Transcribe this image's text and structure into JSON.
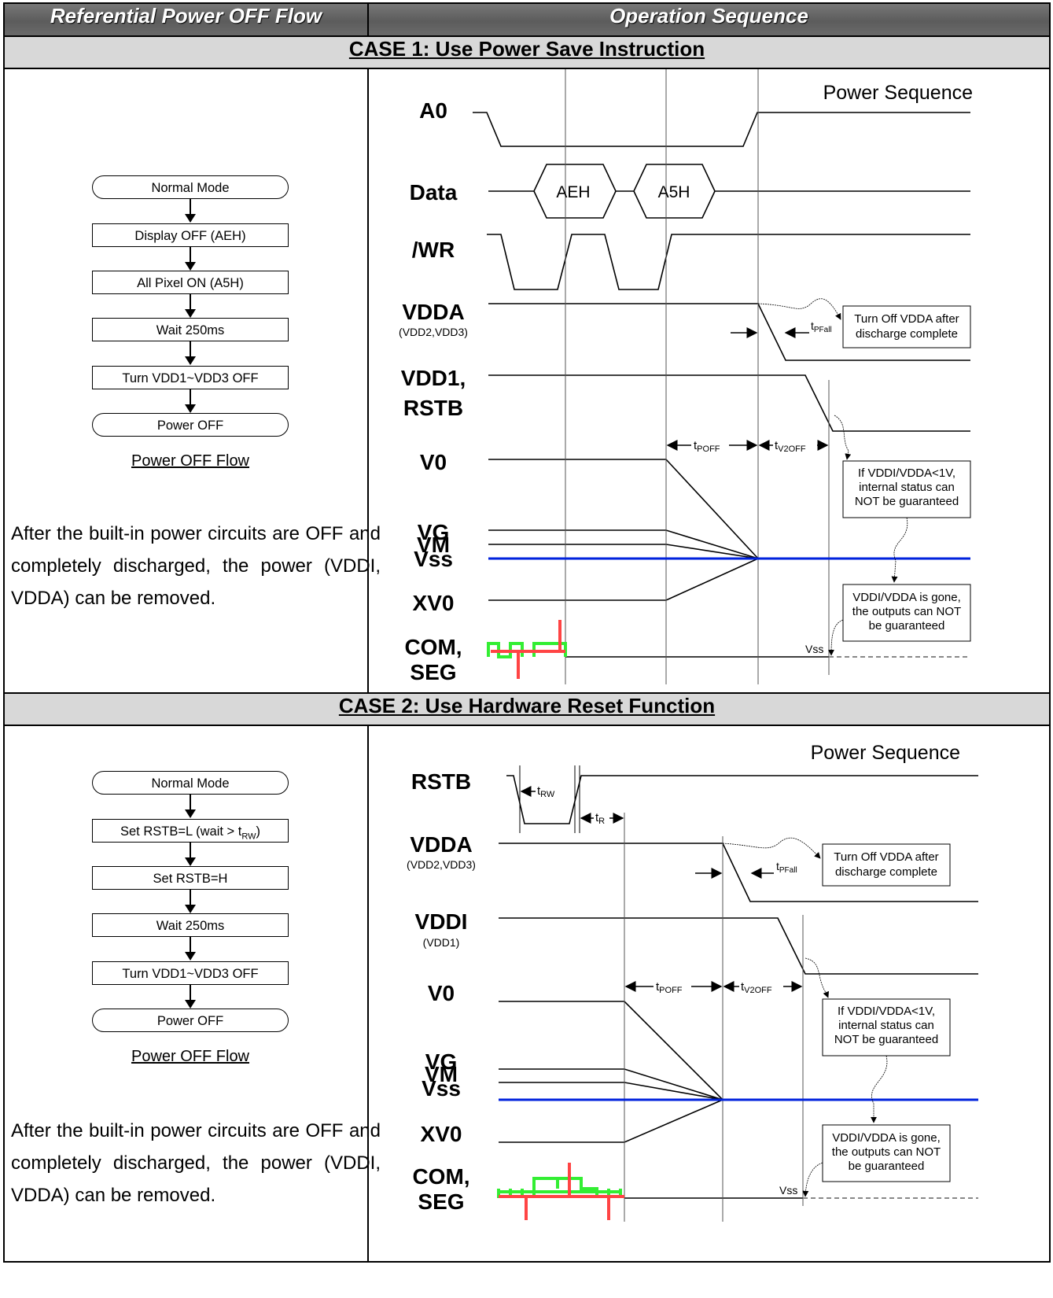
{
  "header": {
    "left_title": "Referential Power OFF Flow",
    "right_title": "Operation Sequence"
  },
  "case1": {
    "title": "CASE 1: Use Power Save Instruction",
    "flow": [
      "Normal Mode",
      "Display OFF (AEH)",
      "All Pixel ON (A5H)",
      "Wait 250ms",
      "Turn VDD1~VDD3 OFF",
      "Power OFF"
    ],
    "flow_caption": "Power OFF Flow",
    "note": "After the built-in power circuits are OFF and completely discharged, the power (VDDI, VDDA) can be removed.",
    "diagram": {
      "title": "Power Sequence",
      "signals": {
        "a0": "A0",
        "data": "Data",
        "wr": "/WR",
        "vdda": "VDDA",
        "vdda_sub": "(VDD2,VDD3)",
        "vdd1_line1": "VDD1,",
        "vdd1_line2": "RSTB",
        "v0": "V0",
        "vg": "VG",
        "vm": "VM",
        "vss": "Vss",
        "xv0": "XV0",
        "com": "COM,",
        "seg": "SEG"
      },
      "data_labels": [
        "AEH",
        "A5H"
      ],
      "timings": {
        "t_pfall": "t",
        "t_pfall_sub": "PFall",
        "t_poff": "t",
        "t_poff_sub": "POFF",
        "t_v2off": "t",
        "t_v2off_sub": "V2OFF"
      },
      "callouts": {
        "turn_off_1": "Turn Off VDDA after",
        "turn_off_2": "discharge complete",
        "status_1": "If VDDI/VDDA<1V,",
        "status_2": "internal status can",
        "status_3": "NOT be guaranteed",
        "gone_1": "VDDI/VDDA is gone,",
        "gone_2": "the outputs can NOT",
        "gone_3": "be guaranteed"
      },
      "vss_label": "Vss"
    }
  },
  "case2": {
    "title": "CASE 2: Use Hardware Reset Function",
    "flow": [
      "Normal Mode",
      "Set RSTB=L (wait > t",
      "Set RSTB=H",
      "Wait 250ms",
      "Turn VDD1~VDD3 OFF",
      "Power OFF"
    ],
    "flow_sub": "RW",
    "flow_close": ")",
    "flow_caption": "Power OFF Flow",
    "note": "After the built-in power circuits are OFF and completely discharged, the power (VDDI, VDDA) can be removed.",
    "diagram": {
      "title": "Power Sequence",
      "signals": {
        "rstb": "RSTB",
        "vdda": "VDDA",
        "vdda_sub": "(VDD2,VDD3)",
        "vddi": "VDDI",
        "vddi_sub": "(VDD1)",
        "v0": "V0",
        "vg": "VG",
        "vm": "VM",
        "vss": "Vss",
        "xv0": "XV0",
        "com": "COM,",
        "seg": "SEG"
      },
      "timings": {
        "t_rw": "t",
        "t_rw_sub": "RW",
        "t_r": "t",
        "t_r_sub": "R",
        "t_pfall": "t",
        "t_pfall_sub": "PFall",
        "t_poff": "t",
        "t_poff_sub": "POFF",
        "t_v2off": "t",
        "t_v2off_sub": "V2OFF"
      },
      "callouts": {
        "turn_off_1": "Turn Off VDDA after",
        "turn_off_2": "discharge complete",
        "status_1": "If VDDI/VDDA<1V,",
        "status_2": "internal status can",
        "status_3": "NOT be guaranteed",
        "gone_1": "VDDI/VDDA is gone,",
        "gone_2": "the outputs can NOT",
        "gone_3": "be guaranteed"
      },
      "vss_label": "Vss"
    }
  },
  "colors": {
    "vss_line": "#0022dd",
    "com_green": "#33ee33",
    "com_red": "#ff4444",
    "header_bg": "#666666",
    "case_bg": "#d8d8d8"
  }
}
